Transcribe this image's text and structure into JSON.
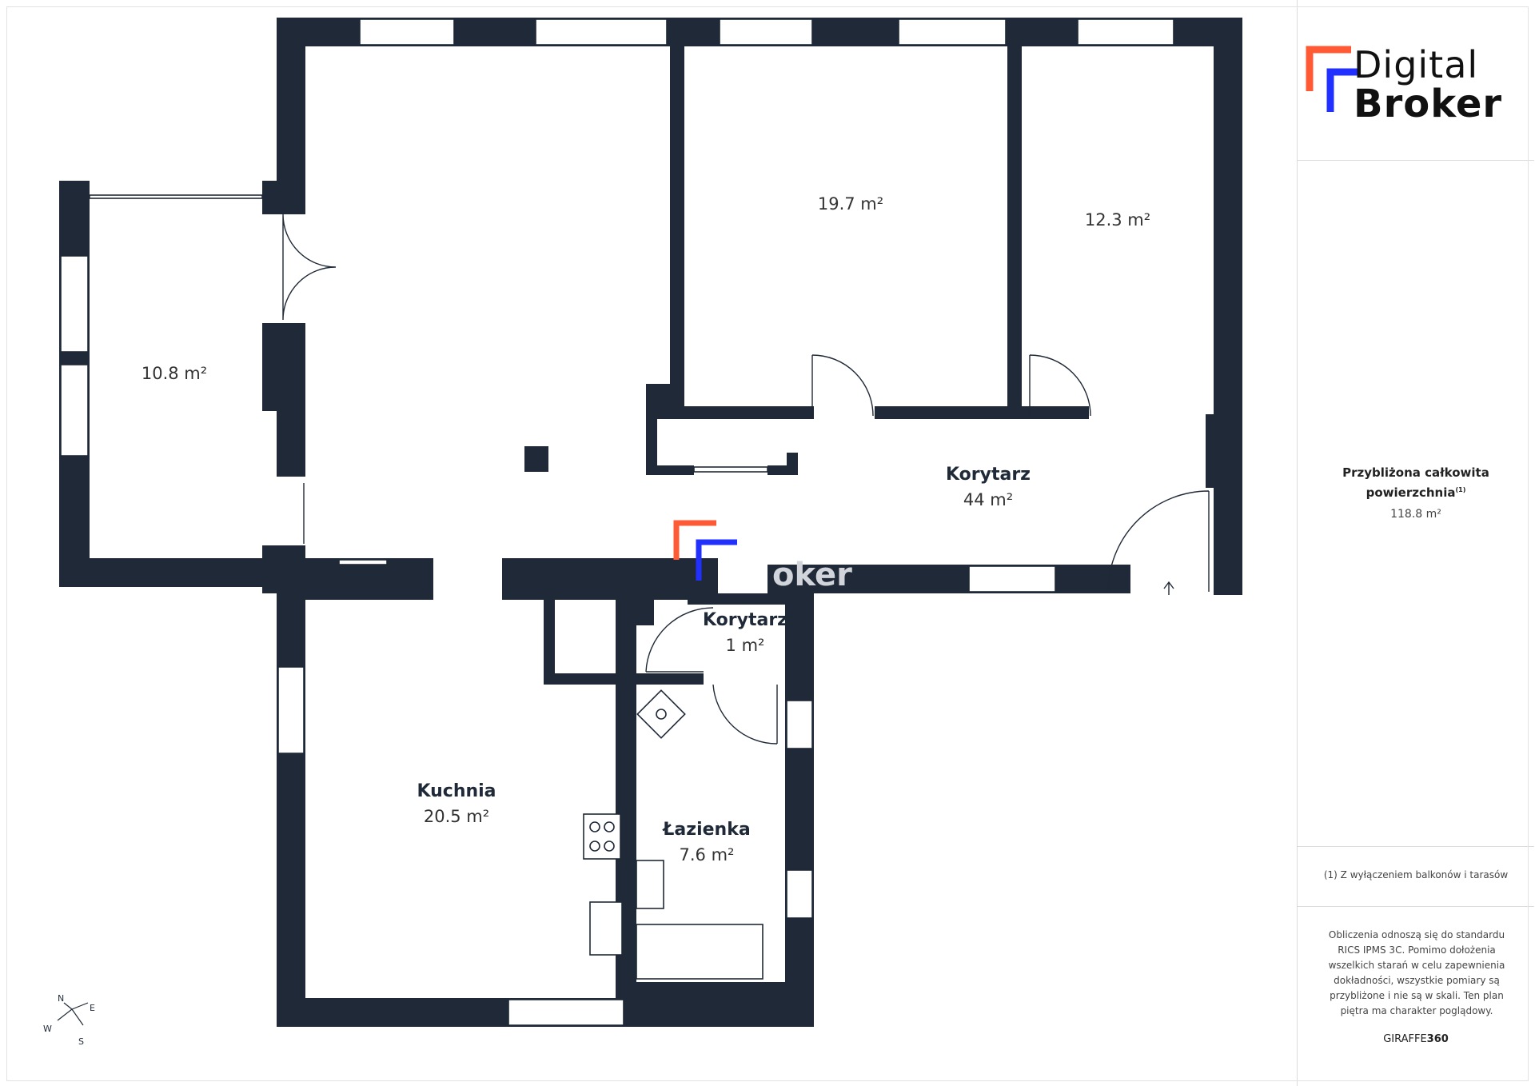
{
  "brand": {
    "line1": "Digital",
    "line2": "Broker",
    "accent_orange": "#ff5a36",
    "accent_blue": "#2230ff"
  },
  "rooms": [
    {
      "id": "room-left",
      "name": "",
      "area": "10.8 m²"
    },
    {
      "id": "room-mid",
      "name": "",
      "area": "19.7 m²"
    },
    {
      "id": "room-right",
      "name": "",
      "area": "12.3 m²"
    },
    {
      "id": "corridor-main",
      "name": "Korytarz",
      "area": "44 m²"
    },
    {
      "id": "corridor-small",
      "name": "Korytarz",
      "area": "1 m²"
    },
    {
      "id": "kitchen",
      "name": "Kuchnia",
      "area": "20.5 m²"
    },
    {
      "id": "bathroom",
      "name": "Łazienka",
      "area": "7.6 m²"
    }
  ],
  "compass": {
    "n": "N",
    "e": "E",
    "s": "S",
    "w": "W"
  },
  "watermark": {
    "text": "oker"
  },
  "summary": {
    "label_line1": "Przybliżona całkowita",
    "label_line2": "powierzchnia",
    "footnote_mark": "(1)",
    "value": "118.8 m²"
  },
  "footnote": "(1) Z wyłączeniem balkonów i tarasów",
  "disclaimer": "Obliczenia odnoszą się do standardu RICS IPMS 3C. Pomimo dołożenia wszelkich starań w celu zapewnienia dokładności, wszystkie pomiary są przybliżone i nie są w skali. Ten plan piętra ma charakter poglądowy.",
  "footer_brand": {
    "prefix": "GIRAFFE",
    "suffix": "360"
  }
}
